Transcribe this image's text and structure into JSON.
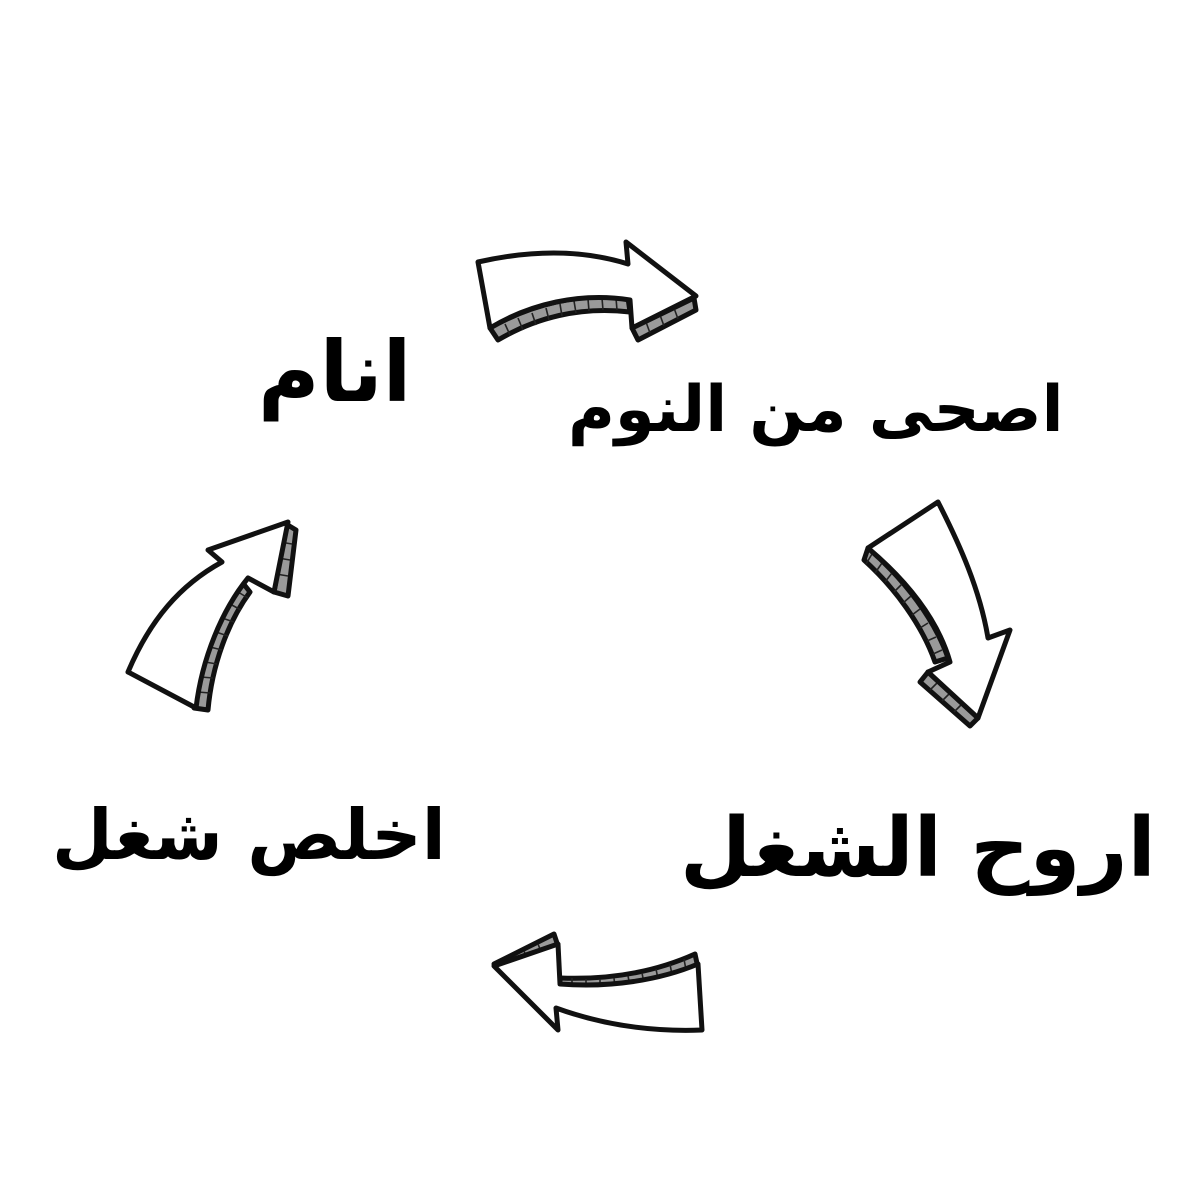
{
  "diagram": {
    "type": "cycle",
    "background": "#ffffff",
    "text_color": "#000000",
    "steps": [
      {
        "id": "sleep",
        "label": "انام",
        "position": "top-left"
      },
      {
        "id": "wake-up",
        "label": "اصحى من النوم",
        "position": "top-right"
      },
      {
        "id": "go-to-work",
        "label": "اروح الشغل",
        "position": "bottom-right"
      },
      {
        "id": "finish-work",
        "label": "اخلص شغل",
        "position": "bottom-left"
      }
    ],
    "arrows": [
      {
        "from": "sleep",
        "to": "wake-up",
        "direction": "right",
        "icon": "curved-arrow-right-icon"
      },
      {
        "from": "wake-up",
        "to": "go-to-work",
        "direction": "down",
        "icon": "curved-arrow-down-icon"
      },
      {
        "from": "go-to-work",
        "to": "finish-work",
        "direction": "left",
        "icon": "curved-arrow-left-icon"
      },
      {
        "from": "finish-work",
        "to": "sleep",
        "direction": "up",
        "icon": "curved-arrow-up-icon"
      }
    ]
  }
}
